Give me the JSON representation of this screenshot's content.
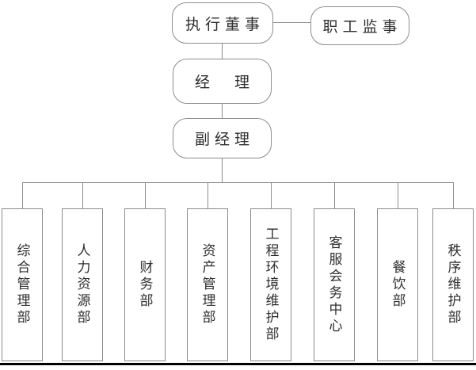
{
  "diagram": {
    "type": "org-chart",
    "nodes": {
      "executive_director": {
        "label": "执行董事"
      },
      "staff_supervisor": {
        "label": "职工监事"
      },
      "manager": {
        "label": "经　理"
      },
      "deputy_manager": {
        "label": "副经理"
      },
      "departments": [
        {
          "label": "综合管理部"
        },
        {
          "label": "人力资源部"
        },
        {
          "label": "财务部"
        },
        {
          "label": "资产管理部"
        },
        {
          "label": "工程环境维护部"
        },
        {
          "label": "客服会务中心"
        },
        {
          "label": "餐饮部"
        },
        {
          "label": "秩序维护部"
        }
      ]
    },
    "hierarchy": [
      "执行董事 — 职工监事 (lateral)",
      "执行董事 > 经理 > 副经理",
      "副经理 > [综合管理部, 人力资源部, 财务部, 资产管理部, 工程环境维护部, 客服会务中心, 餐饮部, 秩序维护部]"
    ]
  },
  "colors": {
    "line": "#8c8c8c",
    "text": "#2f2f2f",
    "rule": "#000000"
  }
}
